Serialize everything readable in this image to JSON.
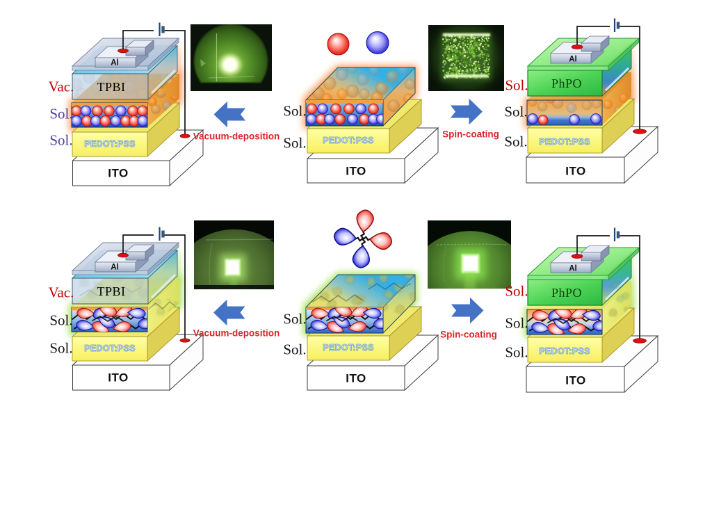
{
  "figure": {
    "description": "OLED device architecture scheme: solution-processed emissive layers finished either by vacuum-deposition (TPBI) or spin-coating (PhPO)",
    "background": "#ffffff",
    "colors": {
      "arrow_blue": "#4472c4",
      "process_red": "#d9252b",
      "vac_red": "#c00000",
      "sol_purple": "#52409b",
      "sol_black": "#161616",
      "pedot_yellow": "#ffff7a",
      "ito_white": "#ffffff",
      "tpbi_blue_top": "#41b9e6",
      "phpo_green": "#3fcf55",
      "glow_orange": "#ff8c3c",
      "glow_green": "#9ade3e",
      "sphere_red": "#e01818",
      "sphere_blue": "#2525d0",
      "wire_black": "#141414",
      "contact_red": "#dd1111"
    },
    "rows": [
      {
        "emitter_icon": "red-blue-spheres-icon",
        "glow": "#ff8c3c"
      },
      {
        "emitter_icon": "red-blue-orbital-molecule-icon",
        "glow": "#9ade3e"
      }
    ],
    "arrows": [
      {
        "id": "top-left-arrow",
        "direction": "left",
        "label": "Vacuum-deposition"
      },
      {
        "id": "top-right-arrow",
        "direction": "right",
        "label": "Spin-coating"
      },
      {
        "id": "bottom-left-arrow",
        "direction": "left",
        "label": "Vacuum-deposition"
      },
      {
        "id": "bottom-right-arrow",
        "direction": "right",
        "label": "Spin-coating"
      }
    ],
    "photos": [
      {
        "id": "photo-top-left",
        "icon": "green-el-dome-photo"
      },
      {
        "id": "photo-top-middle",
        "icon": "green-el-speckled-film-photo"
      },
      {
        "id": "photo-bottom-left",
        "icon": "green-el-pixel-photo"
      },
      {
        "id": "photo-bottom-right",
        "icon": "green-el-pixel-photo"
      }
    ],
    "devices": {
      "top_left": {
        "side_labels": [
          {
            "text": "Vac.",
            "color": "#c00000"
          },
          {
            "text": "Sol.",
            "color": "#52409b"
          },
          {
            "text": "Sol.",
            "color": "#52409b"
          }
        ],
        "layers": {
          "cathode": "Al",
          "etl": "TPBI",
          "htl": "PEDOT:PSS",
          "anode": "ITO"
        },
        "process_label": "Vacuum-deposition"
      },
      "top_middle": {
        "side_labels": [
          {
            "text": "Sol.",
            "color": "#161616"
          },
          {
            "text": "Sol.",
            "color": "#161616"
          }
        ],
        "layers": {
          "htl": "PEDOT:PSS",
          "anode": "ITO"
        }
      },
      "top_right": {
        "side_labels": [
          {
            "text": "Sol.",
            "color": "#c00000"
          },
          {
            "text": "Sol.",
            "color": "#161616"
          },
          {
            "text": "Sol.",
            "color": "#161616"
          }
        ],
        "layers": {
          "cathode": "Al",
          "etl": "PhPO",
          "htl": "PEDOT:PSS",
          "anode": "ITO"
        },
        "process_label": "Spin-coating"
      },
      "bottom_left": {
        "side_labels": [
          {
            "text": "Vac.",
            "color": "#c00000"
          },
          {
            "text": "Sol.",
            "color": "#161616"
          },
          {
            "text": "Sol.",
            "color": "#161616"
          }
        ],
        "layers": {
          "cathode": "Al",
          "etl": "TPBI",
          "htl": "PEDOT:PSS",
          "anode": "ITO"
        },
        "process_label": "Vacuum-deposition"
      },
      "bottom_middle": {
        "side_labels": [
          {
            "text": "Sol.",
            "color": "#161616"
          },
          {
            "text": "Sol.",
            "color": "#161616"
          }
        ],
        "layers": {
          "htl": "PEDOT:PSS",
          "anode": "ITO"
        }
      },
      "bottom_right": {
        "side_labels": [
          {
            "text": "Sol.",
            "color": "#c00000"
          },
          {
            "text": "Sol.",
            "color": "#161616"
          },
          {
            "text": "Sol.",
            "color": "#161616"
          }
        ],
        "layers": {
          "cathode": "Al",
          "etl": "PhPO",
          "htl": "PEDOT:PSS",
          "anode": "ITO"
        },
        "process_label": "Spin-coating"
      }
    }
  }
}
